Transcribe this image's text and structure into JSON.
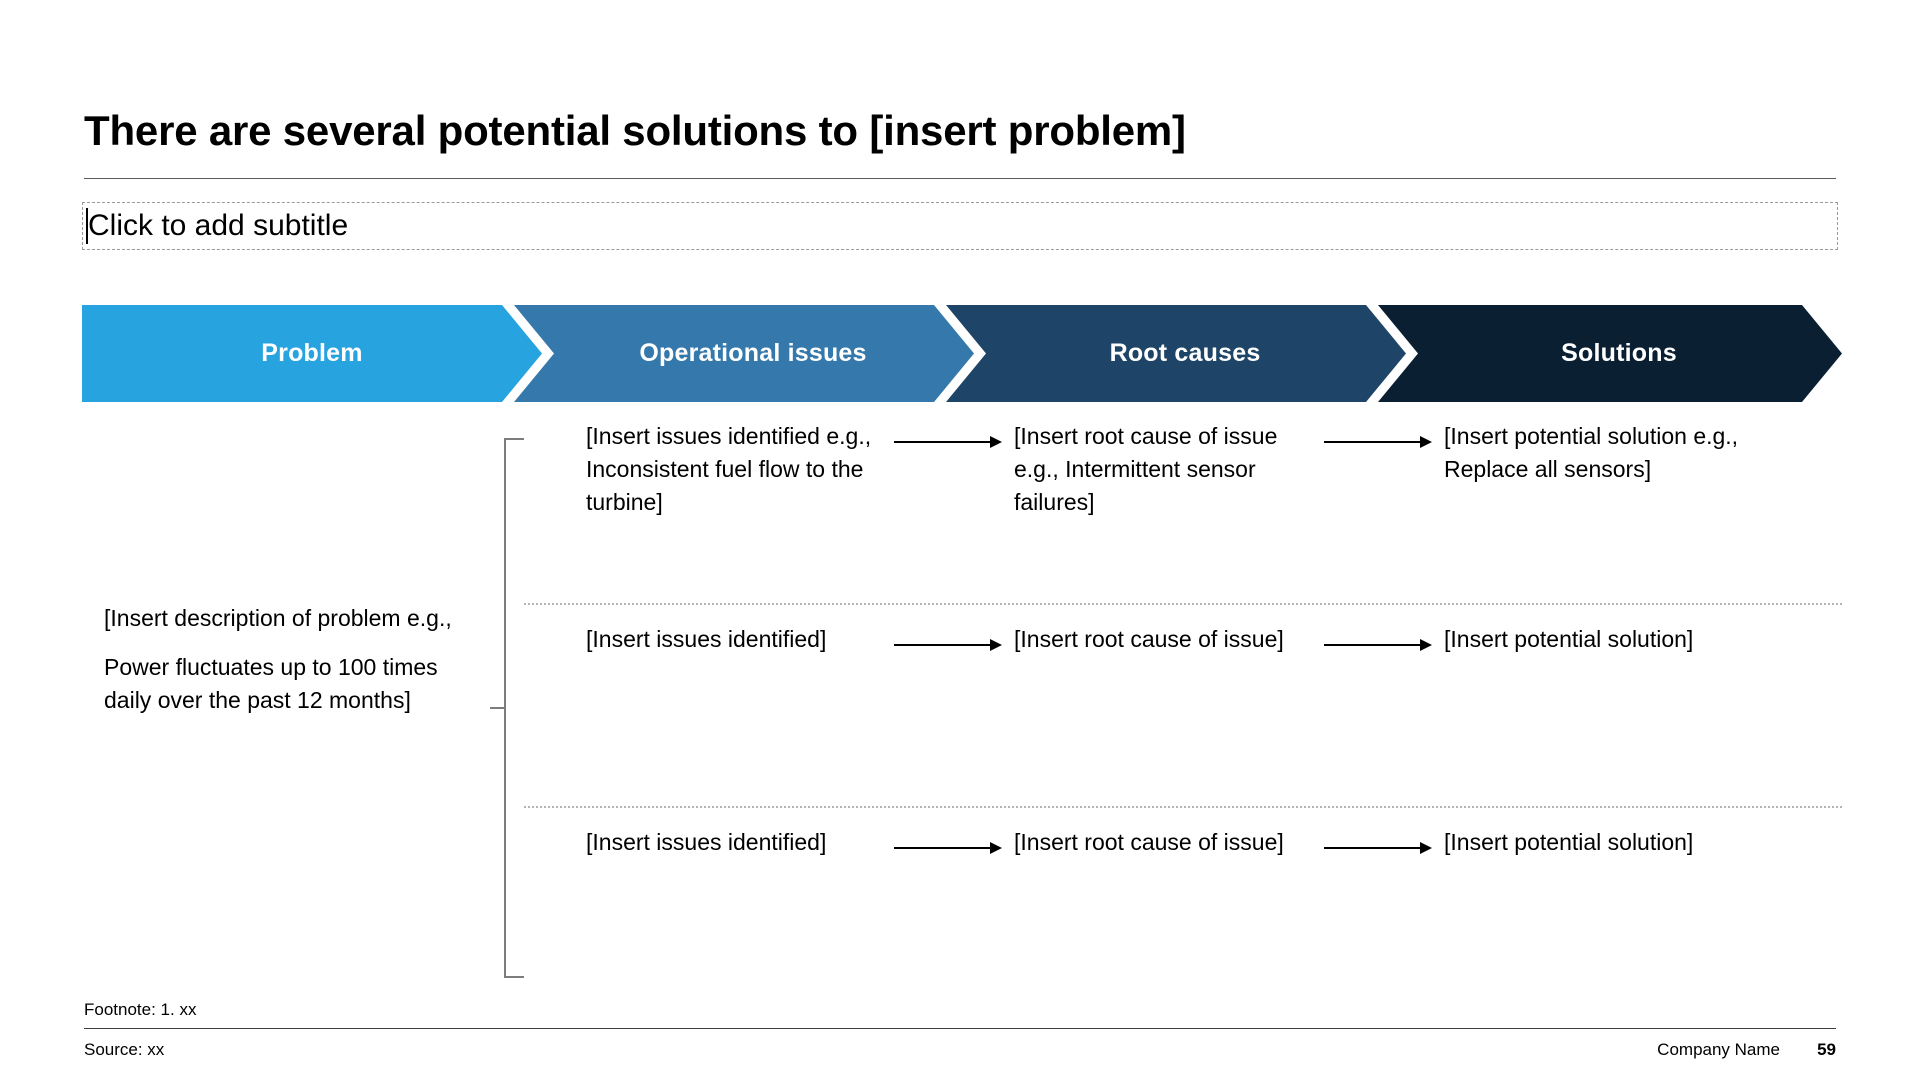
{
  "slide": {
    "title": "There are several potential solutions to [insert problem]",
    "subtitle_placeholder": "Click to add subtitle"
  },
  "chevrons": [
    {
      "label": "Problem",
      "color": "#27a3e0"
    },
    {
      "label": "Operational issues",
      "color": "#3478ac"
    },
    {
      "label": "Root causes",
      "color": "#1e4567"
    },
    {
      "label": "Solutions",
      "color": "#0b1f33"
    }
  ],
  "problem": {
    "line1": "[Insert description of problem e.g.,",
    "line2": "Power fluctuates up to 100 times daily over the past 12 months]"
  },
  "rows": [
    {
      "issue": "[Insert issues identified e.g., Inconsistent fuel flow to the turbine]",
      "cause": "[Insert root cause of issue e.g., Intermittent sensor failures]",
      "solution": "[Insert potential solution e.g., Replace all sensors]"
    },
    {
      "issue": "[Insert issues identified]",
      "cause": "[Insert root cause of issue]",
      "solution": "[Insert potential solution]"
    },
    {
      "issue": "[Insert issues identified]",
      "cause": "[Insert root cause of issue]",
      "solution": "[Insert potential solution]"
    }
  ],
  "footer": {
    "footnote": "Footnote: 1. xx",
    "source": "Source: xx",
    "company": "Company Name",
    "page_number": "59"
  }
}
